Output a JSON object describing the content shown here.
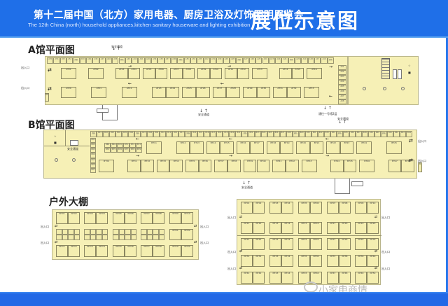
{
  "header": {
    "title_cn": "第十二届中国（北方）家用电器、厨房卫浴及灯饰照明展览会",
    "title_en": "The 12th China (north) household appliances,kitchen sanitary houseware and lighting exhibition",
    "big_title": "展位示意图",
    "bg_color": "#1f6fe8"
  },
  "hall_a": {
    "title": "A馆平面图",
    "top_exit_label": "安全通道",
    "bottom_exit_label_1": "通往一号馆2层",
    "bottom_exit_label_2": "安全通道",
    "entrance_labels": [
      "出入口",
      "出入口"
    ],
    "top_row_cells": [
      "A55",
      "A54",
      "A53",
      "A52",
      "消防",
      "A50",
      "A49",
      "A48",
      "A47",
      "A46",
      "A45",
      "消防",
      "A43",
      "A42",
      "A41",
      "A40",
      "A39",
      "A38",
      "A37",
      "A36",
      "消防",
      "A35",
      "A34",
      "A33",
      "A32",
      "A31",
      "A30",
      "A29",
      "A28",
      "消防",
      "A27",
      "A26",
      "A25",
      "A24",
      "A23",
      "A22",
      "A21",
      "消防",
      "A20",
      "A19",
      "A18",
      "A17",
      "A16",
      "消防"
    ],
    "right_column_cells": [
      "A01",
      "A02",
      "A03",
      "A04",
      "A05",
      "A06",
      "A07",
      "A08"
    ],
    "upper_booths": [
      "AT01",
      "AT02",
      "AT03",
      "AT04",
      "AT05",
      "AT06",
      "AT07",
      "AT08",
      "AT09",
      "AT10",
      "AT11",
      "AT12",
      "AT13",
      "AT14",
      "AT15",
      "AT16"
    ],
    "lower_booths": [
      "AT20",
      "AT21",
      "AT22",
      "AT23",
      "AT24",
      "AT25",
      "AT26",
      "AT27",
      "AT28",
      "AT29",
      "AT30",
      "AT31",
      "AT32",
      "AT33",
      "AT34",
      "AT35"
    ],
    "left_booth": "AT40"
  },
  "hall_b": {
    "title": "B馆平面图",
    "exit_label": "安全通道",
    "entrance_labels": [
      "出入口",
      "出入口"
    ],
    "top_row_cells": [
      "消防",
      "B01",
      "B02",
      "B03",
      "B04",
      "B05",
      "B06",
      "消防",
      "B07",
      "B08",
      "B09",
      "B10",
      "B11",
      "B12",
      "B13",
      "消防",
      "B14",
      "B15",
      "B16",
      "B17",
      "B18",
      "B19",
      "B20",
      "B21",
      "消防",
      "B22",
      "B23",
      "B24",
      "B25",
      "B26",
      "B27",
      "B28",
      "消防",
      "B29",
      "B30",
      "B31",
      "B32",
      "B33",
      "B34",
      "消防",
      "B35",
      "B36",
      "B37",
      "B38",
      "B39",
      "B40",
      "消防",
      "B41",
      "B42",
      "B43",
      "B44"
    ],
    "left_column_cells": [
      "B61",
      "B62",
      "B63",
      "B64",
      "B65",
      "B66",
      "B67"
    ],
    "block_cells": [
      "B68",
      "B69",
      "B70",
      "B71",
      "B72",
      "B73",
      "B74",
      "B75",
      "B76",
      "B77",
      "B78",
      "B79"
    ],
    "upper_booths": [
      "BT11",
      "BT12",
      "BT13",
      "BT14",
      "BT15",
      "BT16",
      "BT17",
      "BT18",
      "BT19",
      "BT20",
      "BT21",
      "BT22",
      "BT23",
      "BT24",
      "BT25",
      "BT26",
      "BT27"
    ],
    "lower_booths": [
      "BT30",
      "BT31",
      "BT32",
      "BT33",
      "BT34",
      "BT35",
      "BT36",
      "BT37",
      "BT38",
      "BT39",
      "BT40",
      "BT41",
      "BT42",
      "BT43",
      "BT44",
      "BT45",
      "BT46",
      "BT47",
      "BT48"
    ]
  },
  "outdoor": {
    "title": "户外大棚",
    "entrance_label": "出入口",
    "left_tent_booths": [
      "WT01",
      "WT02",
      "WT03",
      "WT04",
      "WT05",
      "WT06",
      "WT07",
      "WT08",
      "WT09",
      "WT10",
      "WT11",
      "WT12",
      "WT13",
      "WT14",
      "WT15",
      "WT16",
      "WT17",
      "WT18",
      "WT19",
      "WT20",
      "WT21",
      "WT22"
    ],
    "right_tent_booths": [
      "NT01",
      "NT02",
      "NT03",
      "NT04",
      "NT05",
      "NT06",
      "NT07",
      "NT08",
      "NT09",
      "NT10",
      "NT11",
      "NT12",
      "NT13",
      "NT14",
      "NT15",
      "NT16",
      "NT17",
      "NT18",
      "NT19",
      "NT20",
      "NT21",
      "NT22",
      "NT23",
      "NT24",
      "NT25",
      "NT26",
      "NT27",
      "NT28",
      "NT29",
      "NT30",
      "NT31",
      "NT32",
      "NT33",
      "NT34",
      "NT35",
      "NT36",
      "NT37",
      "NT38",
      "NT39",
      "NT40",
      "NT41",
      "NT42",
      "NT43",
      "NT44",
      "NT45",
      "NT46",
      "NT47",
      "NT48",
      "NT49",
      "NT50"
    ]
  },
  "watermark": {
    "text": "小家电商情"
  },
  "colors": {
    "floor": "#f6f0b6",
    "header_blue": "#1f6fe8",
    "footer_blue": "#2369e6"
  }
}
